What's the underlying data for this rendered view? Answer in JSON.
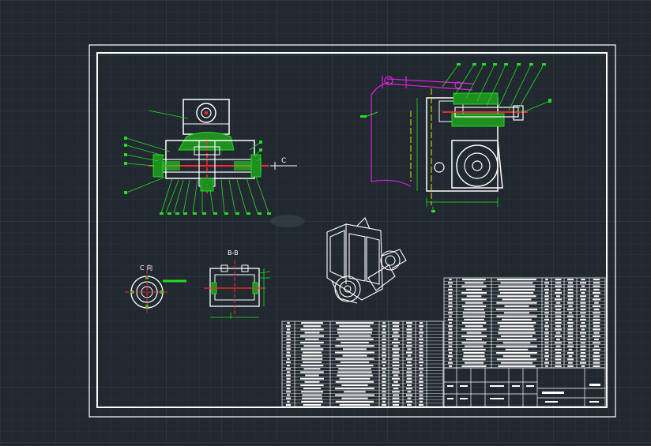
{
  "canvas": {
    "background": "#212830",
    "grid_color": "#2e3640",
    "line_color": "#ffffff",
    "accent_green": "#22dd22",
    "accent_red": "#ff2a2a",
    "accent_magenta": "#e020e0",
    "accent_yellow": "#e8e800"
  },
  "labels": {
    "section_c": "C",
    "view_c": "C 向",
    "section_bb": "B-B"
  },
  "drawing": {
    "views": [
      "front-section-view",
      "side-view",
      "c-direction-view",
      "b-b-section-view",
      "isometric-view"
    ],
    "tables": [
      "parts-list-left",
      "parts-list-right",
      "title-block"
    ]
  }
}
